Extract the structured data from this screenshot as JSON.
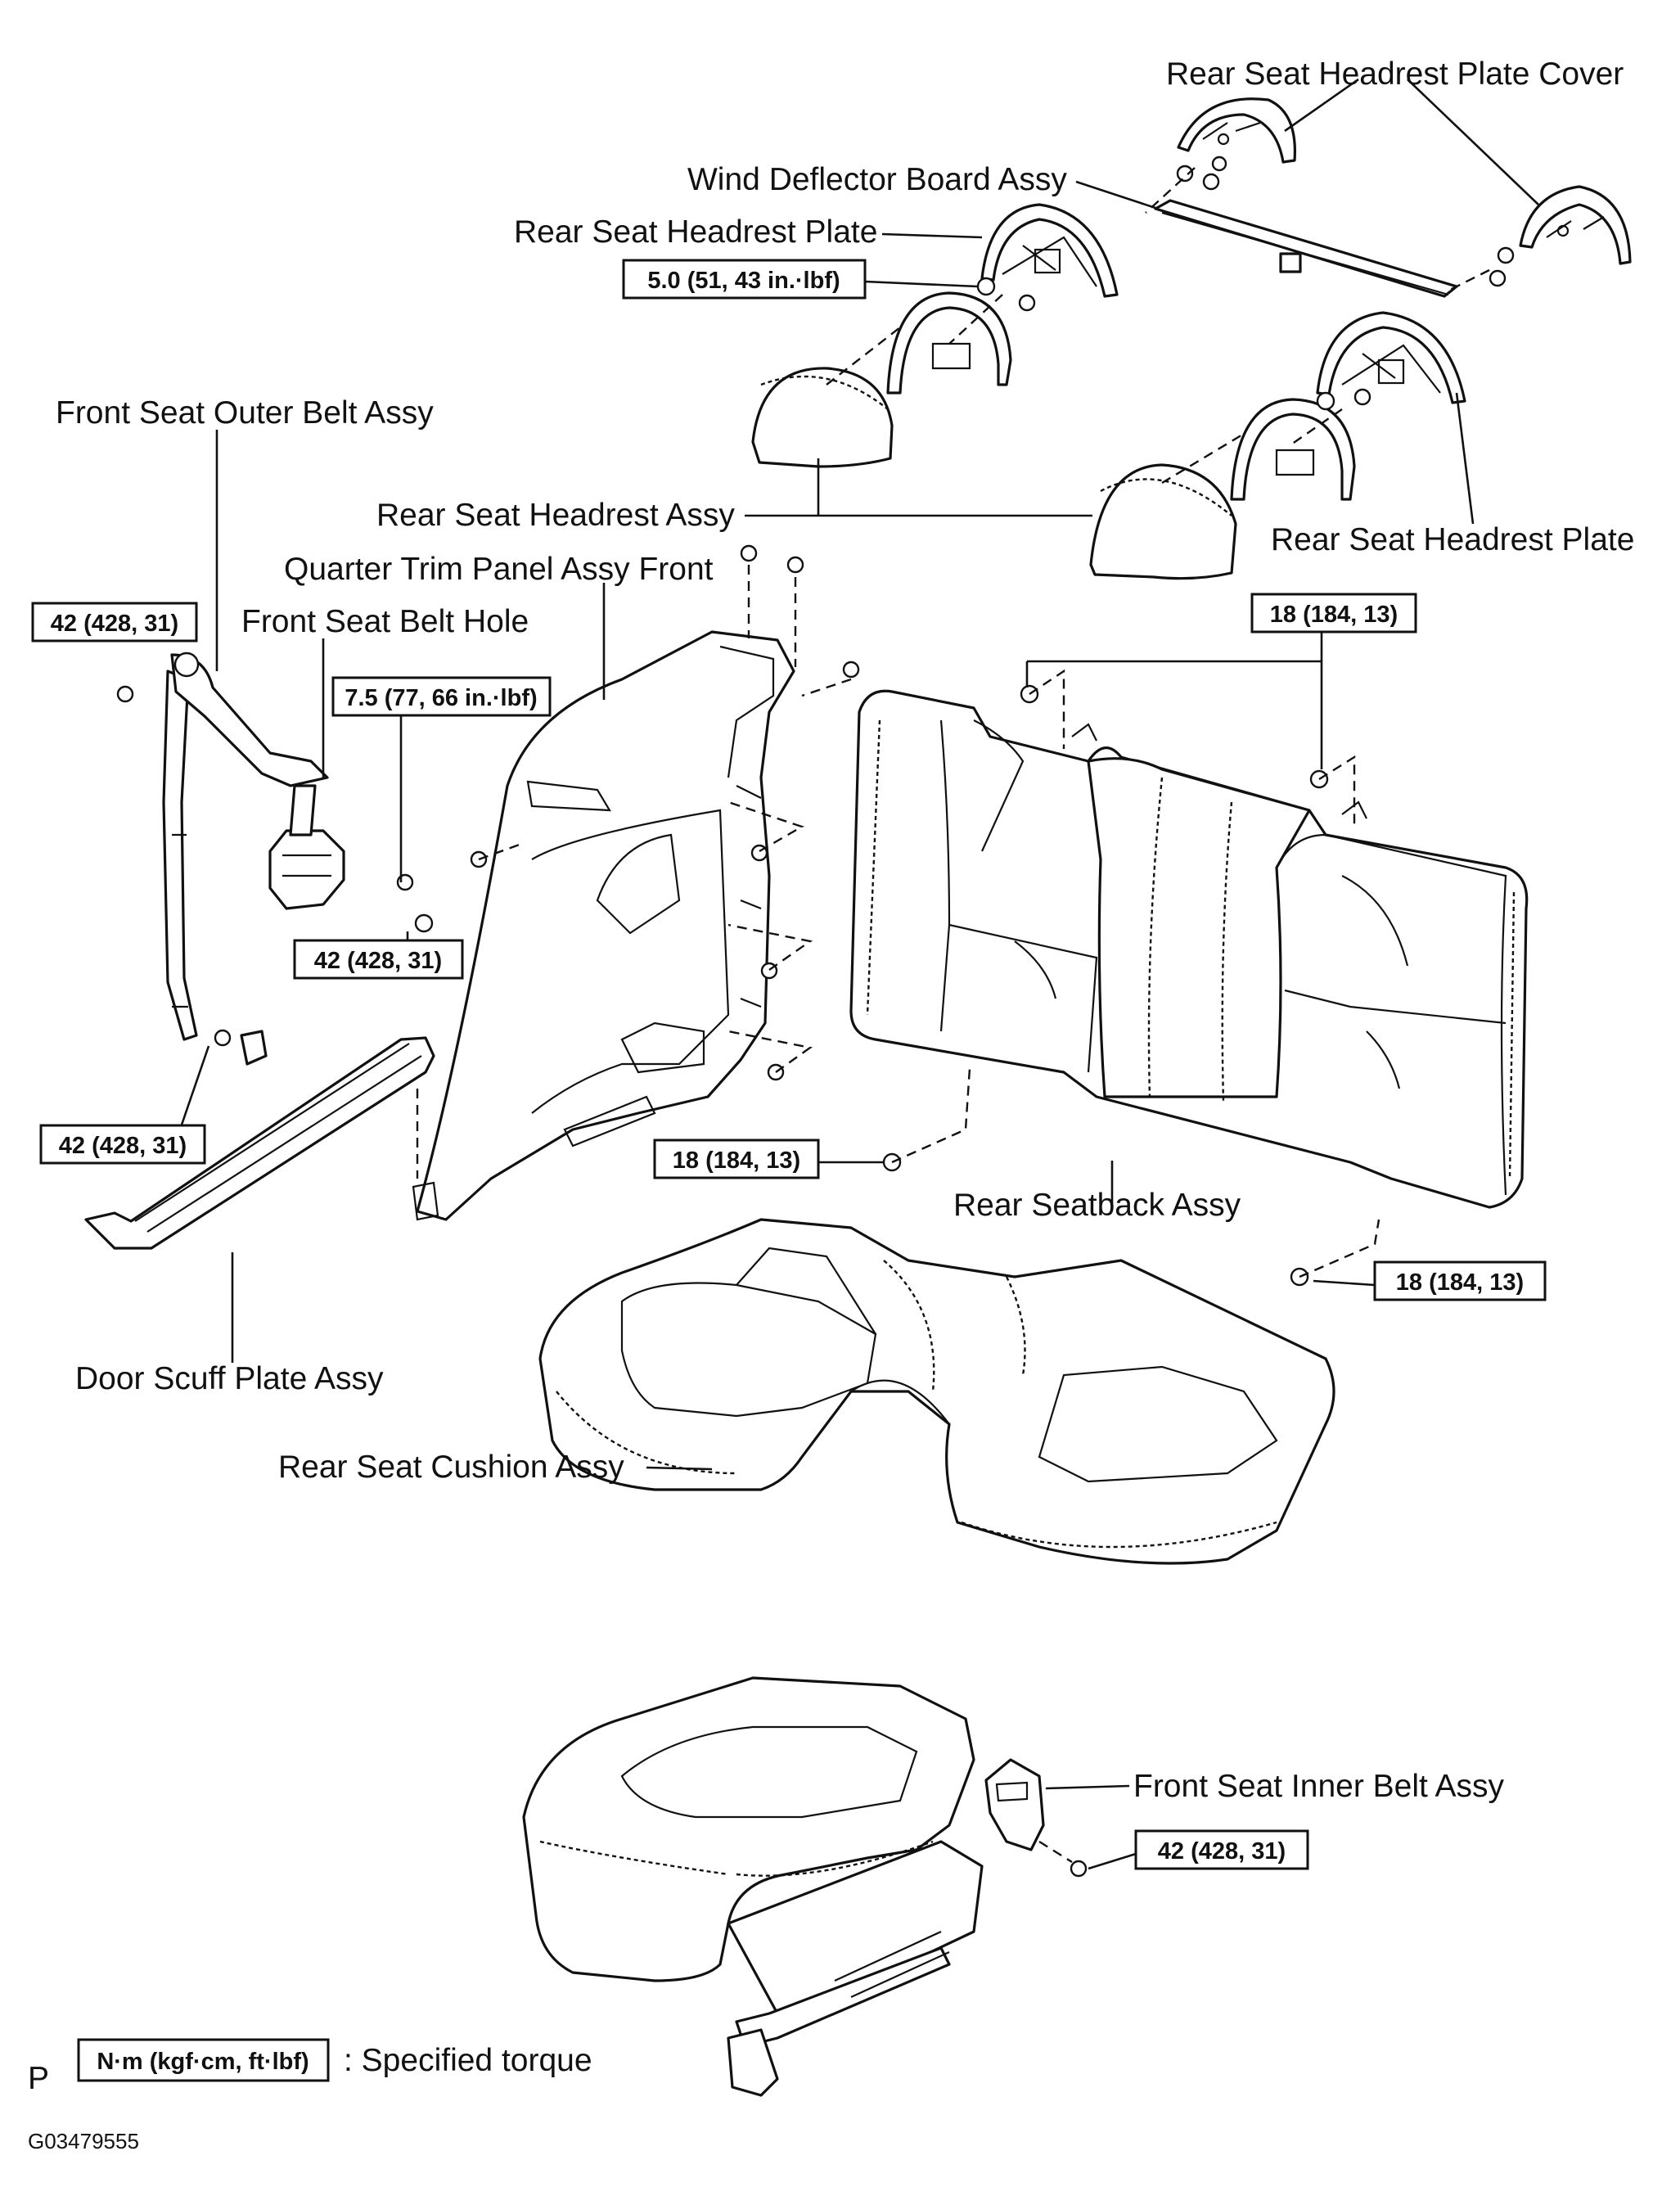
{
  "labels": {
    "headrest_plate_cover": "Rear Seat Headrest Plate Cover",
    "wind_deflector": "Wind Deflector Board Assy",
    "headrest_plate_left": "Rear Seat Headrest Plate",
    "front_outer_belt": "Front Seat Outer Belt Assy",
    "headrest_assy": "Rear Seat Headrest Assy",
    "headrest_plate_right": "Rear Seat Headrest  Plate",
    "quarter_trim": "Quarter Trim Panel Assy Front",
    "belt_hole": "Front Seat Belt Hole",
    "seatback": "Rear Seatback Assy",
    "door_scuff": "Door Scuff Plate Assy",
    "cushion": "Rear Seat Cushion Assy",
    "inner_belt": "Front Seat Inner Belt Assy",
    "specified_torque": ": Specified torque",
    "corner_letter": "P",
    "figure_code": "G03479555"
  },
  "torques": {
    "headrest_plate": "5.0 (51, 43 in.·lbf)",
    "outer_belt_top": "42 (428, 31)",
    "belt_hole": "7.5 (77, 66 in.·lbf)",
    "retractor": "42 (428, 31)",
    "outer_belt_bottom": "42 (428, 31)",
    "seatback_top": "18 (184, 13)",
    "seatback_left": "18 (184, 13)",
    "seatback_right": "18 (184, 13)",
    "inner_belt": "42 (428, 31)"
  },
  "legend": {
    "unit": "N·m (kgf·cm, ft·lbf)"
  }
}
